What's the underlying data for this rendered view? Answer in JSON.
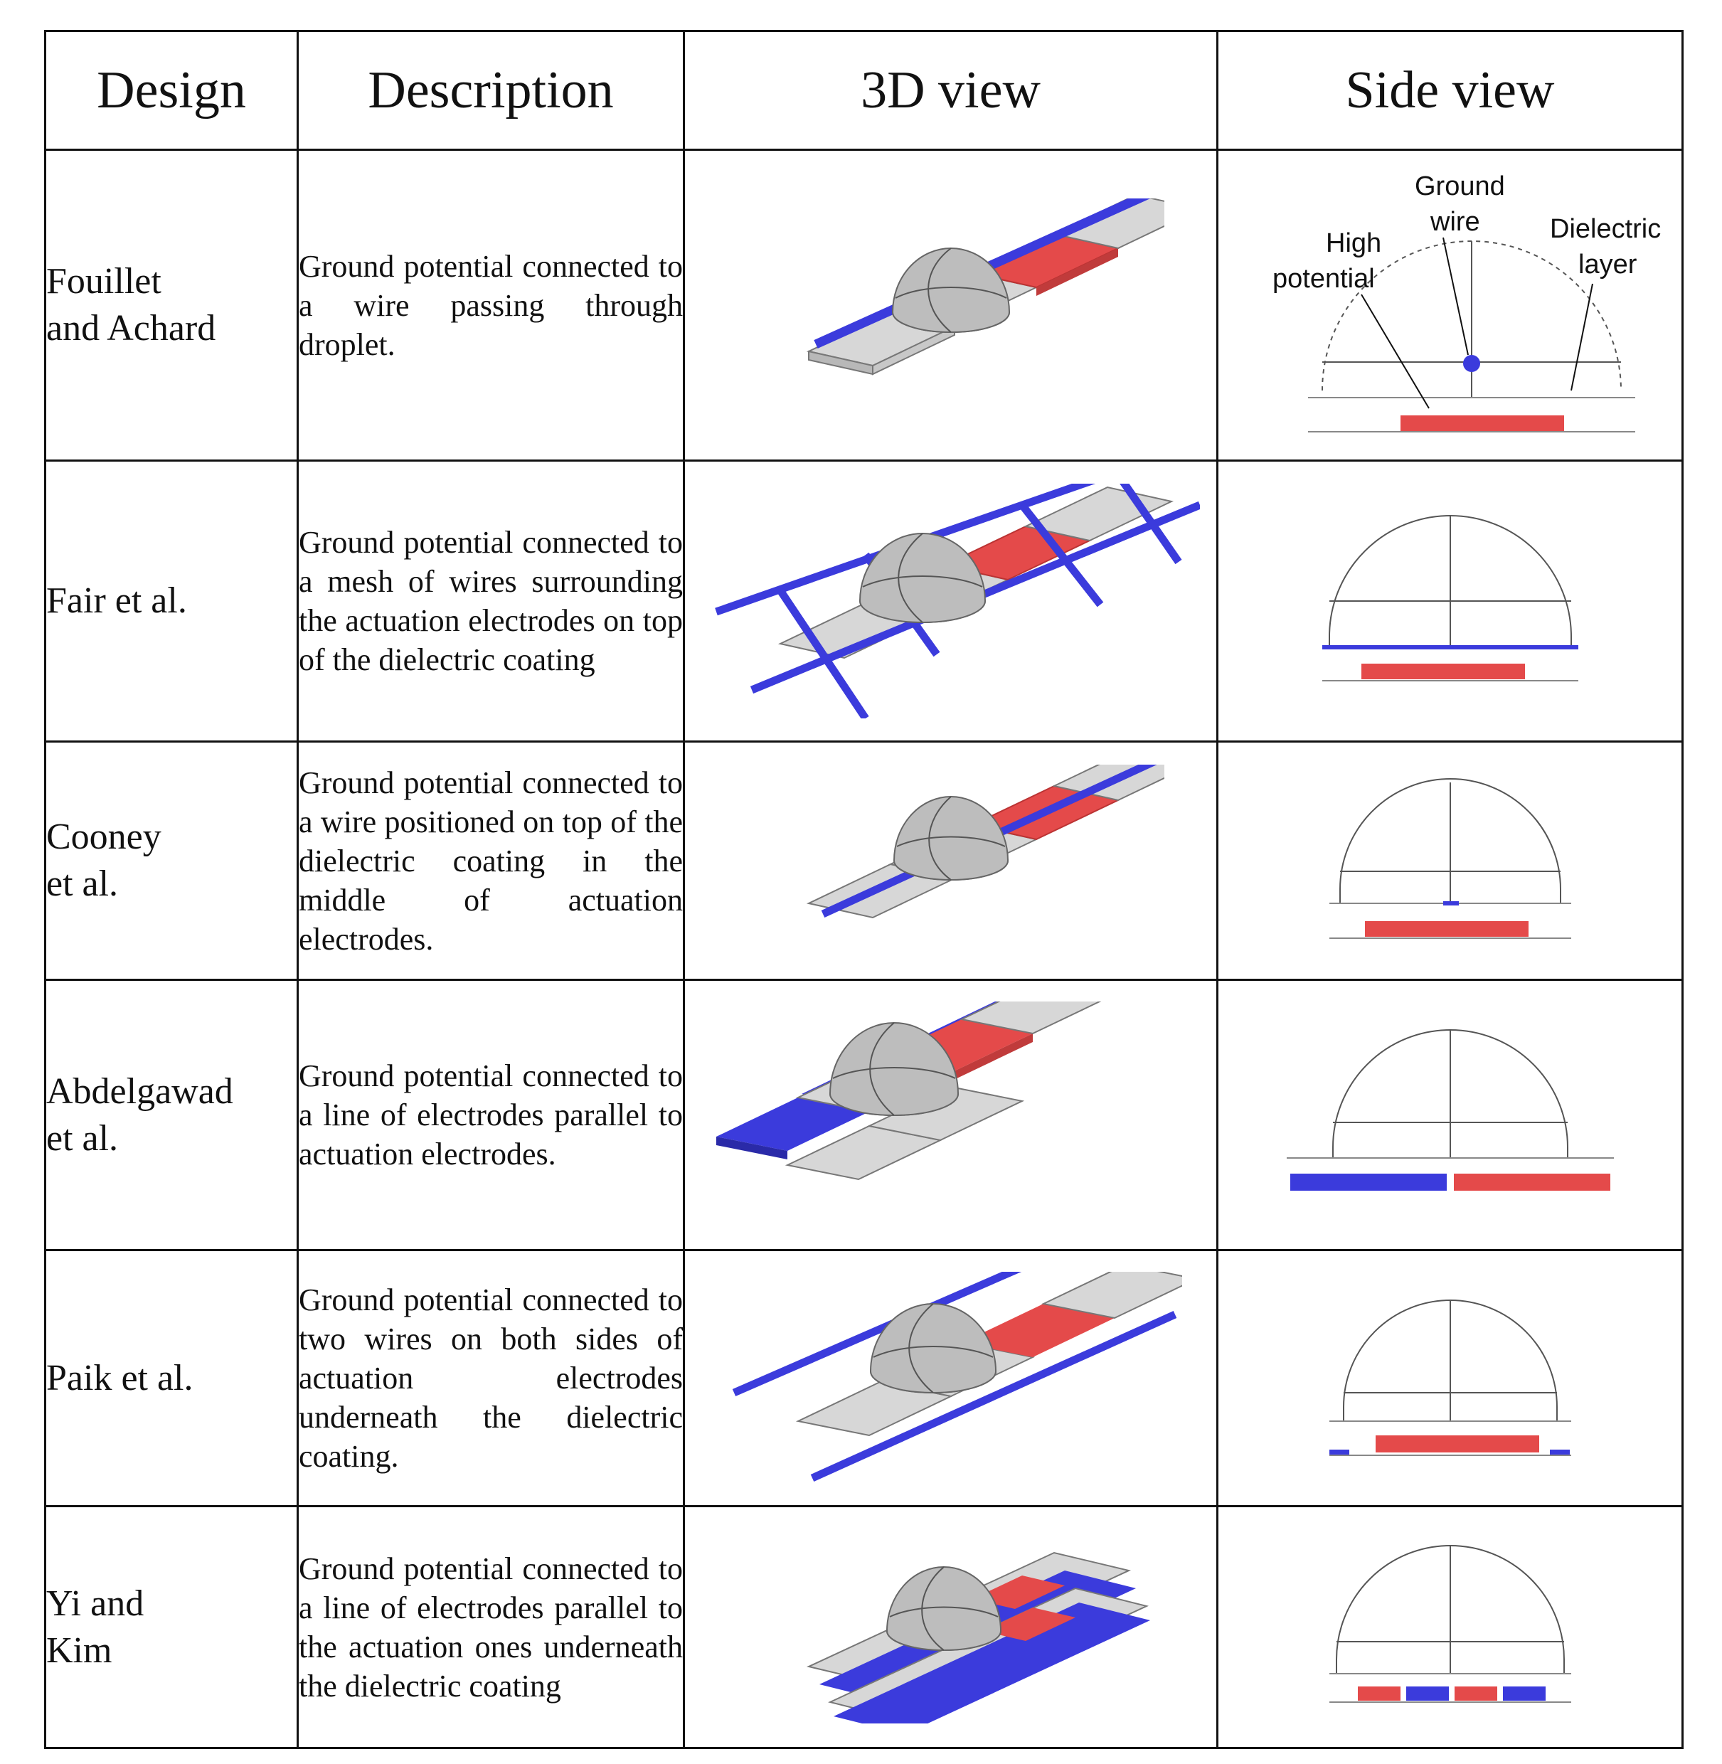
{
  "headers": [
    "Design",
    "Description",
    "3D view",
    "Side view"
  ],
  "colors": {
    "high_potential": "#e44a4a",
    "ground": "#3b3bdc",
    "electrode": "#d7d7d7",
    "droplet": "#bdbdbd"
  },
  "rows": [
    {
      "design": "Fouillet\nand Achard",
      "description": "Ground potential connected to a wire passing through droplet."
    },
    {
      "design": "Fair et al.",
      "description": "Ground potential connected to a mesh of wires surrounding the actuation electrodes on top of the dielectric coating"
    },
    {
      "design": "Cooney\net al.",
      "description": "Ground potential connected to a wire positioned on top of the dielectric coating in the middle of actuation electrodes."
    },
    {
      "design": "Abdelgawad\net al.",
      "description": "Ground potential connected to a line of electrodes parallel to actuation electrodes."
    },
    {
      "design": "Paik et al.",
      "description": "Ground potential connected to two wires on both sides of actuation electrodes underneath the dielectric coating."
    },
    {
      "design": "Yi and\nKim",
      "description": "Ground potential connected to a line of electrodes parallel to the actuation ones underneath the dielectric coating"
    }
  ],
  "side_view_labels": {
    "ground_wire": [
      "Ground",
      "wire"
    ],
    "high_potential": [
      "High",
      "potential"
    ],
    "dielectric_layer": [
      "Dielectric",
      "layer"
    ]
  }
}
